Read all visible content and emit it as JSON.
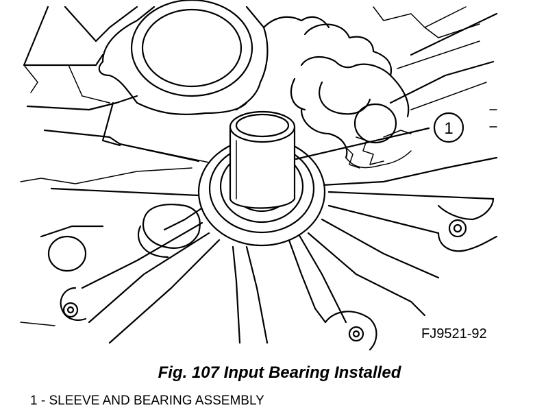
{
  "figure": {
    "code": "FJ9521-92",
    "caption": "Fig. 107 Input Bearing Installed"
  },
  "callouts": [
    {
      "number": "1",
      "label": "SLEEVE AND BEARING ASSEMBLY"
    }
  ],
  "legend_separator": " - "
}
